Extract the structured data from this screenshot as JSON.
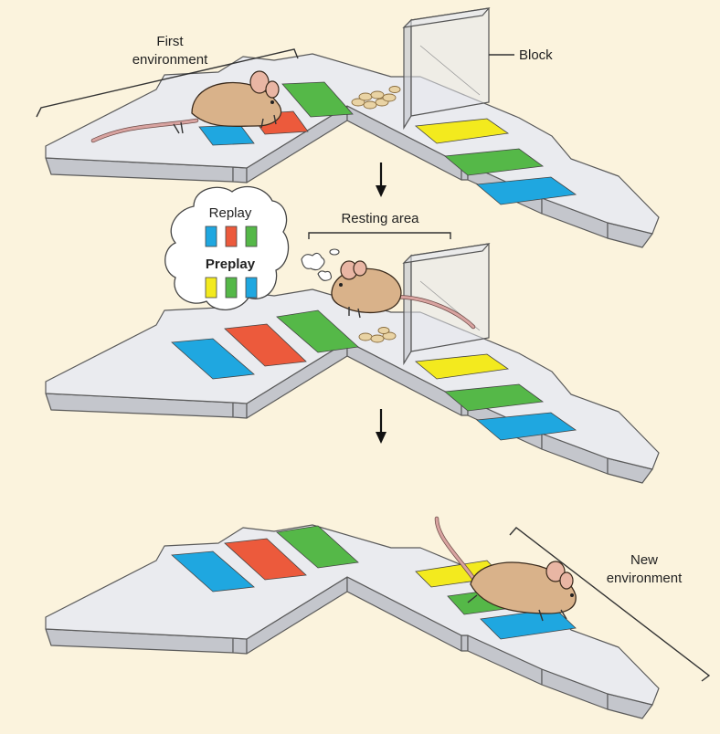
{
  "labels": {
    "first_environment_line1": "First",
    "first_environment_line2": "environment",
    "block": "Block",
    "resting_area": "Resting area",
    "replay": "Replay",
    "preplay": "Preplay",
    "new_environment_line1": "New",
    "new_environment_line2": "environment"
  },
  "colors": {
    "background": "#fbf3dd",
    "blue": "#1fa7e0",
    "red": "#ec5a3c",
    "green": "#55b848",
    "yellow": "#f3ea1e",
    "track": "#eaebef"
  },
  "panels": [
    {
      "stage": "first environment",
      "left_arm_cues": [
        "blue",
        "red",
        "green"
      ],
      "right_arm_cues": [
        "yellow",
        "green",
        "blue"
      ],
      "block": true,
      "mouse": "exploring left arm"
    },
    {
      "stage": "resting",
      "left_arm_cues": [
        "blue",
        "red",
        "green"
      ],
      "right_arm_cues": [
        "yellow",
        "green",
        "blue"
      ],
      "block": true,
      "mouse": "resting at junction"
    },
    {
      "stage": "new environment",
      "left_arm_cues": [
        "blue",
        "red",
        "green"
      ],
      "right_arm_cues": [
        "yellow",
        "green",
        "blue"
      ],
      "block": false,
      "mouse": "exploring right arm"
    }
  ],
  "thought_bubble": {
    "replay_sequence": [
      "blue",
      "red",
      "green"
    ],
    "preplay_sequence": [
      "yellow",
      "green",
      "blue"
    ]
  }
}
